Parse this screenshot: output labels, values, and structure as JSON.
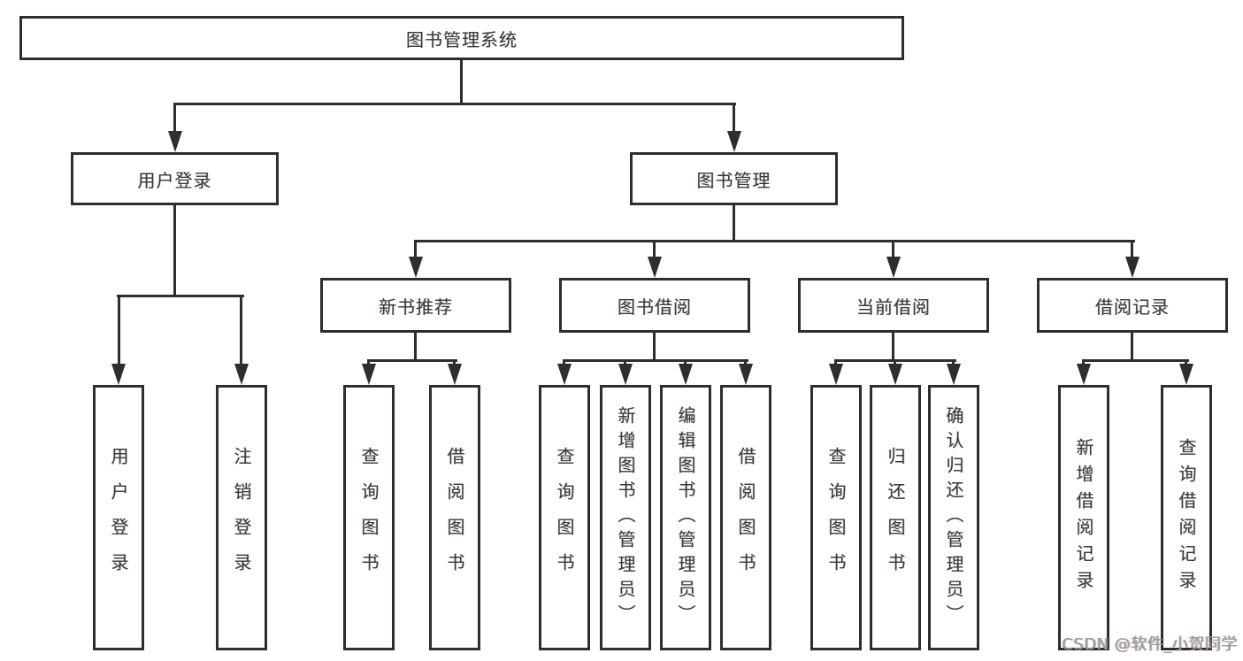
{
  "tree": {
    "root": {
      "label": "图书管理系统"
    },
    "branches": [
      {
        "label": "用户登录",
        "children": [
          {
            "label": "用户登录"
          },
          {
            "label": "注销登录"
          }
        ]
      },
      {
        "label": "图书管理",
        "children": [
          {
            "label": "新书推荐",
            "children": [
              {
                "label": "查询图书"
              },
              {
                "label": "借阅图书"
              }
            ]
          },
          {
            "label": "图书借阅",
            "children": [
              {
                "label": "查询图书"
              },
              {
                "label": "新增图书（管理员）"
              },
              {
                "label": "编辑图书（管理员）"
              },
              {
                "label": "借阅图书"
              }
            ]
          },
          {
            "label": "当前借阅",
            "children": [
              {
                "label": "查询图书"
              },
              {
                "label": "归还图书"
              },
              {
                "label": "确认归还（管理员）"
              }
            ]
          },
          {
            "label": "借阅记录",
            "children": [
              {
                "label": "新增借阅记录"
              },
              {
                "label": "查询借阅记录"
              }
            ]
          }
        ]
      }
    ]
  },
  "watermark": {
    "text": "CSDN @软件_小贺同学"
  },
  "colors": {
    "background": "#ffffff",
    "line": "#2e2e2e",
    "box_border": "#2e2e2e",
    "text": "#3a3a3a",
    "watermark": "#9c9c9c"
  }
}
